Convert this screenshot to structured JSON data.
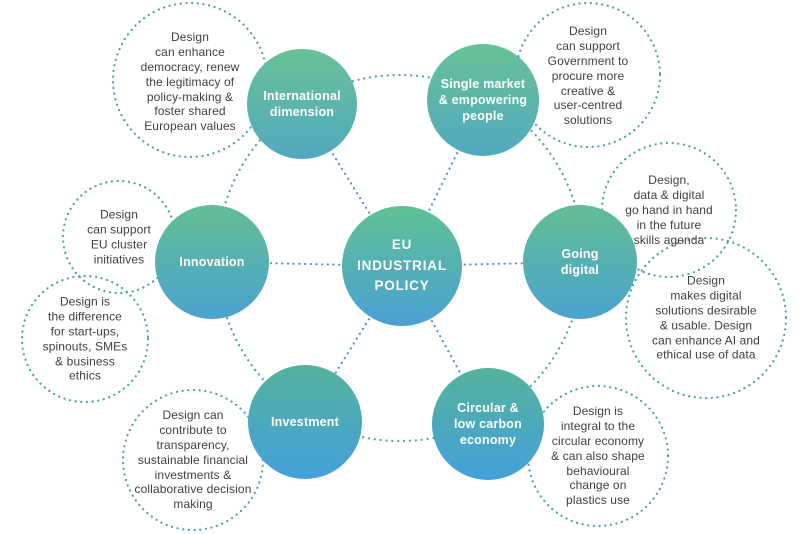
{
  "diagram": {
    "type": "hub-and-spoke",
    "center": {
      "label": "EU\nINDUSTRIAL\nPOLICY"
    },
    "circles": [
      {
        "id": "international-dimension",
        "label": "International\ndimension"
      },
      {
        "id": "single-market",
        "label": "Single market\n& empowering\npeople"
      },
      {
        "id": "innovation",
        "label": "Innovation"
      },
      {
        "id": "going-digital",
        "label": "Going\ndigital"
      },
      {
        "id": "investment",
        "label": "Investment"
      },
      {
        "id": "circular-low-carbon",
        "label": "Circular &\nlow carbon\neconomy"
      }
    ],
    "notes": [
      {
        "for": "international-dimension",
        "text": "Design\ncan enhance\ndemocracy, renew\nthe legitimacy of\npolicy-making &\nfoster shared\nEuropean values"
      },
      {
        "for": "single-market",
        "text": "Design\ncan support\nGovernment to\nprocure more\ncreative &\nuser-centred\nsolutions"
      },
      {
        "for": "innovation",
        "text": "Design\ncan support\nEU cluster\ninitiatives"
      },
      {
        "for": "innovation",
        "text": "Design is\nthe difference\nfor start-ups,\nspinouts, SMEs\n& business\nethics"
      },
      {
        "for": "going-digital",
        "text": "Design,\ndata & digital\ngo hand in hand\nin the future\nskills agenda"
      },
      {
        "for": "going-digital",
        "text": "Design\nmakes digital\nsolutions desirable\n& usable. Design\ncan enhance AI and\nethical use of data"
      },
      {
        "for": "investment",
        "text": "Design can\ncontribute to\ntransparency,\nsustainable financial\ninvestments &\ncollaborative decision\nmaking"
      },
      {
        "for": "circular-low-carbon",
        "text": "Design is\nintegral to the\ncircular economy\n& can also shape\nbehavioural\nchange on\nplastics use"
      }
    ],
    "colors": {
      "dotted_outline": "#4AA1AB",
      "ring_dots": "#4C9FB0",
      "connector_dots": "#4E95CC",
      "gradient_green": "#62BE93",
      "gradient_blue": "#4BA2CF",
      "note_text": "#3F4040",
      "circle_text": "#FFFFFF"
    }
  }
}
